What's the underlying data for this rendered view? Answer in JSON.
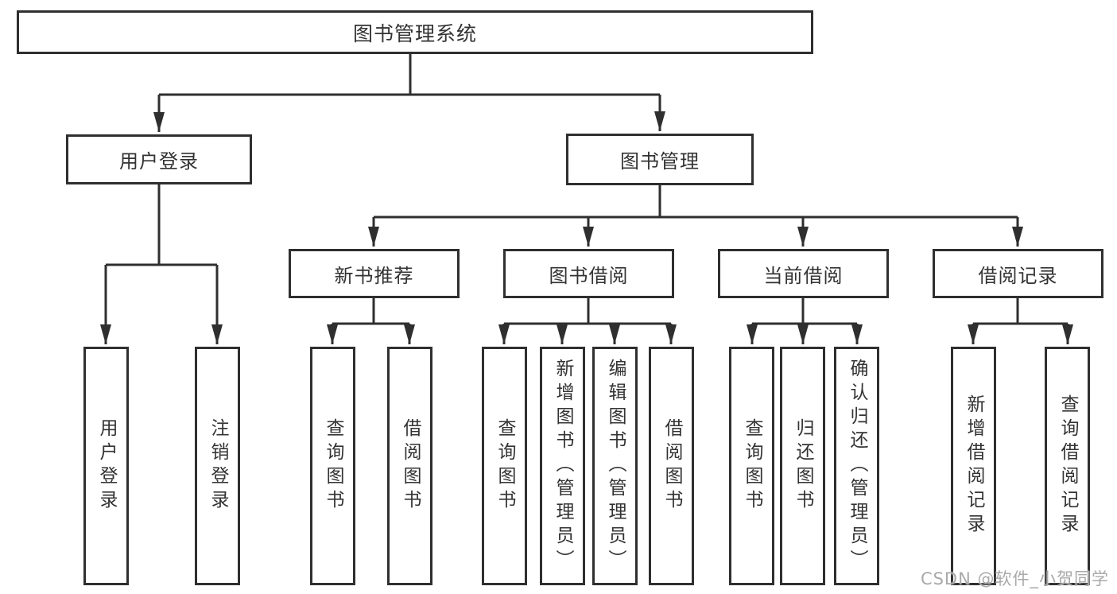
{
  "nodes": {
    "root": "图书管理系统",
    "level2": {
      "user_login": "用户登录",
      "book_management": "图书管理"
    },
    "level3": {
      "new_book": "新书推荐",
      "book_borrow": "图书借阅",
      "current_borrow": "当前借阅",
      "borrow_record": "借阅记录"
    },
    "leaves": {
      "user_login": [
        "用户登录",
        "注销登录"
      ],
      "new_book": [
        "查询图书",
        "借阅图书"
      ],
      "book_borrow": [
        "查询图书",
        "新增图书（管理员）",
        "编辑图书（管理员）",
        "借阅图书"
      ],
      "current_borrow": [
        "查询图书",
        "归还图书",
        "确认归还（管理员）"
      ],
      "borrow_record": [
        "新增借阅记录",
        "查询借阅记录"
      ]
    }
  },
  "watermark": "CSDN @软件_小贺同学",
  "colors": {
    "line": "#333333",
    "text": "#333333",
    "box_fill": "#ffffff",
    "watermark_text": "#a9a9a9",
    "background": "#ffffff"
  }
}
